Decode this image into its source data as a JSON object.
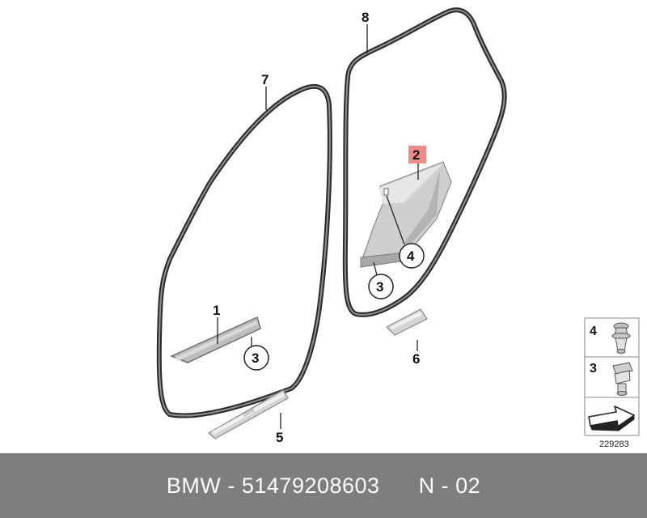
{
  "diagram": {
    "callouts": {
      "c1": "1",
      "c2": "2",
      "c3a": "3",
      "c3b": "3",
      "c4": "4",
      "c5": "5",
      "c6": "6",
      "c7": "7",
      "c8": "8"
    },
    "legend": {
      "item_4": "4",
      "item_3": "3"
    },
    "reference_code": "229283",
    "highlight_color": "#f28a8a"
  },
  "footer": {
    "brand": "BMW",
    "part_number": "51479208603",
    "position_code": "N - 02",
    "background": "#7e7e7e"
  }
}
